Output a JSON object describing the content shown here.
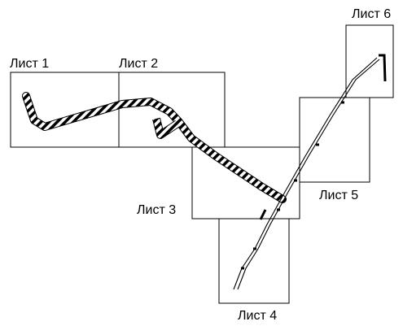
{
  "sheets": [
    {
      "label": "Лист 1"
    },
    {
      "label": "Лист 2"
    },
    {
      "label": "Лист 3"
    },
    {
      "label": "Лист 4"
    },
    {
      "label": "Лист 5"
    },
    {
      "label": "Лист 6"
    }
  ],
  "colors": {
    "line": "#000000",
    "background": "#ffffff"
  }
}
